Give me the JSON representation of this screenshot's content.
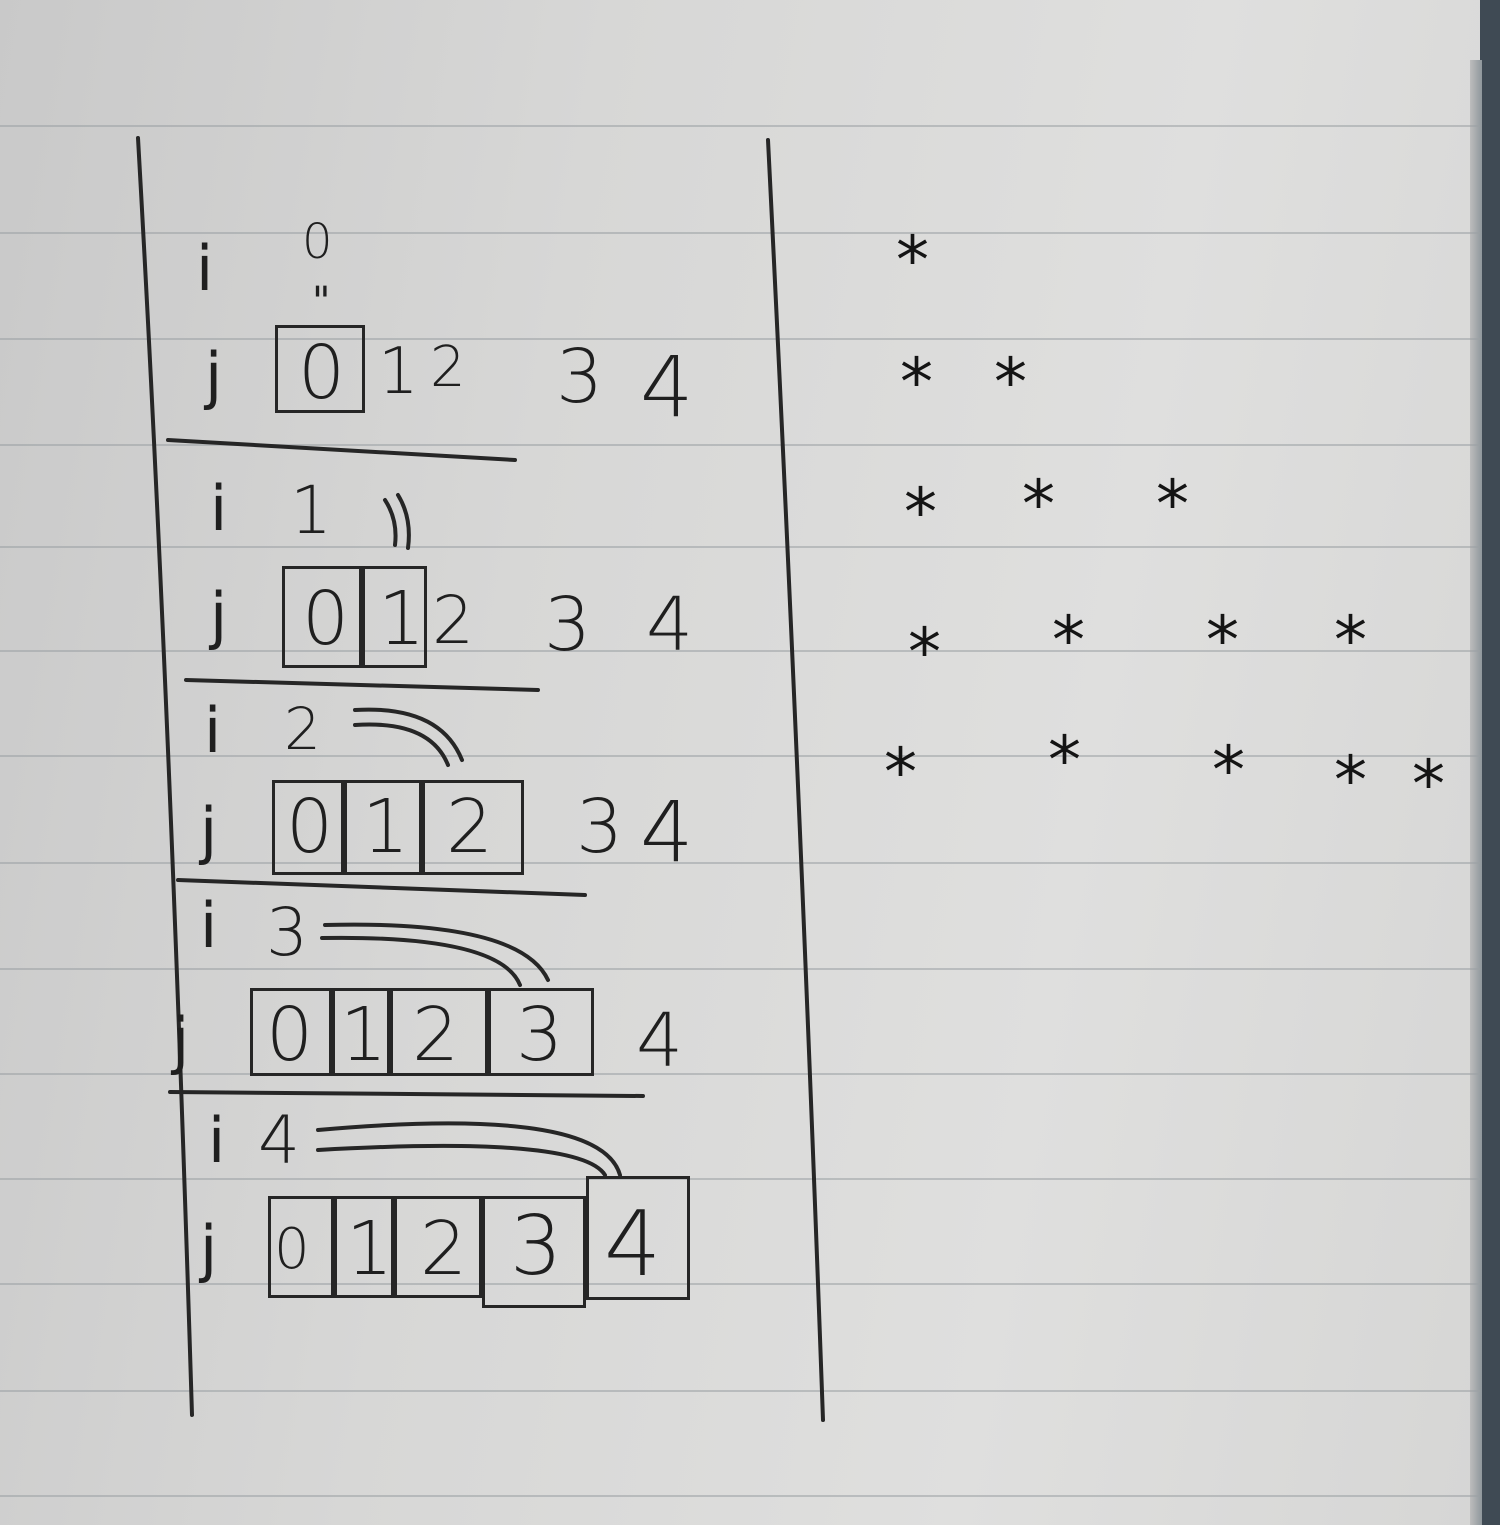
{
  "left_column": {
    "blocks": [
      {
        "i_label": "i",
        "i_value": "0",
        "i_mark": "\"",
        "j_label": "j",
        "j_values": [
          "0",
          "1",
          "2",
          "3",
          "4"
        ],
        "boxed_count": 1
      },
      {
        "i_label": "i",
        "i_value": "1",
        "j_label": "j",
        "j_values": [
          "0",
          "1",
          "2",
          "3",
          "4"
        ],
        "boxed_count": 2
      },
      {
        "i_label": "i",
        "i_value": "2",
        "j_label": "j",
        "j_values": [
          "0",
          "1",
          "2",
          "3",
          "4"
        ],
        "boxed_count": 3
      },
      {
        "i_label": "i",
        "i_value": "3",
        "j_label": "j",
        "j_values": [
          "0",
          "1",
          "2",
          "3",
          "4"
        ],
        "boxed_count": 4
      },
      {
        "i_label": "i",
        "i_value": "4",
        "j_label": "j",
        "j_values": [
          "0",
          "1",
          "2",
          "3",
          "4"
        ],
        "boxed_count": 5
      }
    ]
  },
  "right_column": {
    "star_symbol": "*",
    "rows": [
      [
        "*"
      ],
      [
        "*",
        "*"
      ],
      [
        "*",
        "*",
        "*"
      ],
      [
        "*",
        "*",
        "*",
        "*"
      ],
      [
        "*",
        "*",
        "*",
        "*",
        "*"
      ]
    ]
  }
}
